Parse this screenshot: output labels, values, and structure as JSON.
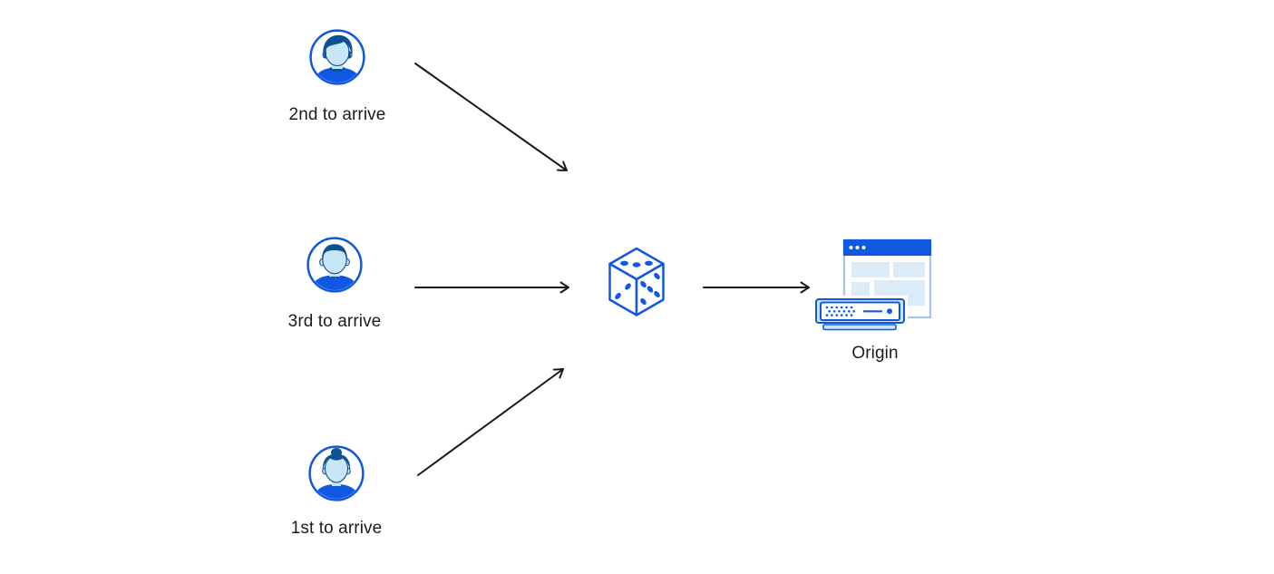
{
  "colors": {
    "canvas_bg": "#ffffff",
    "primary_blue": "#1158e0",
    "hair_blue": "#0e5094",
    "face_blue": "#c9e5f8",
    "panel_blue": "#dcebf8",
    "trim_blue": "#cfe4f8",
    "window_border_blue": "#a4c6f0",
    "arrow_color": "#1a1a1a",
    "text_color": "#1c1c1e"
  },
  "nodes": {
    "client_second": {
      "label": "2nd to arrive",
      "icon": "male-avatar-swept-hair-icon"
    },
    "client_third": {
      "label": "3rd to arrive",
      "icon": "male-avatar-flat-hair-icon"
    },
    "client_first": {
      "label": "1st to arrive",
      "icon": "female-avatar-bun-icon"
    },
    "randomizer": {
      "icon": "dice-icon"
    },
    "origin": {
      "label": "Origin",
      "icon": "origin-server-browser-icon"
    }
  },
  "edges": [
    {
      "from": "client_second",
      "to": "randomizer"
    },
    {
      "from": "client_third",
      "to": "randomizer"
    },
    {
      "from": "client_first",
      "to": "randomizer"
    },
    {
      "from": "randomizer",
      "to": "origin"
    }
  ]
}
